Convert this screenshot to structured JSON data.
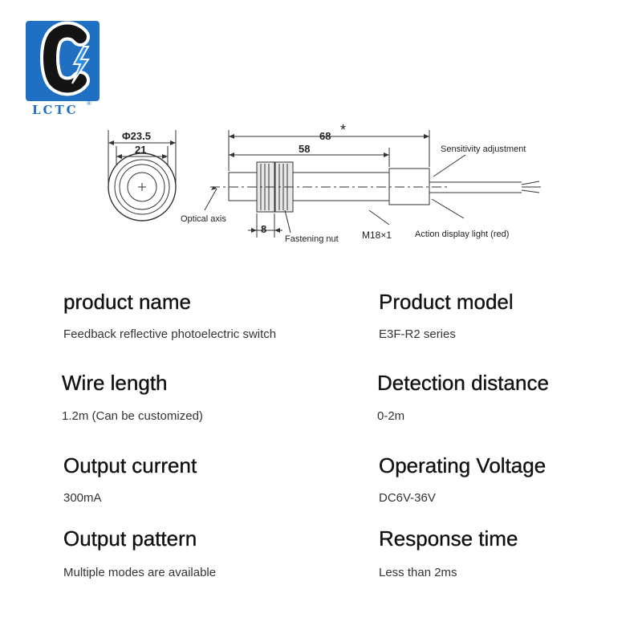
{
  "brand": {
    "name": "LCTC",
    "reg_mark": "®"
  },
  "drawing": {
    "dia_outer": "Φ23.5",
    "dia_inner": "21",
    "len_total": "68",
    "len_total_mark": "*",
    "len_body": "58",
    "len_nut": "8",
    "label_sensitivity": "Sensitivity adjustment",
    "label_optical": "Optical axis",
    "label_nut": "Fastening nut",
    "label_thread": "M18×1",
    "label_light": "Action display light (red)"
  },
  "specs": [
    {
      "title": "product name",
      "value": "Feedback reflective photoelectric switch"
    },
    {
      "title": "Product model",
      "value": "E3F-R2 series"
    },
    {
      "title": "Wire length",
      "value": "1.2m (Can be customized)"
    },
    {
      "title": "Detection distance",
      "value": "0-2m"
    },
    {
      "title": "Output current",
      "value": "300mA"
    },
    {
      "title": "Operating Voltage",
      "value": "DC6V-36V"
    },
    {
      "title": "Output pattern",
      "value": "Multiple modes are available"
    },
    {
      "title": "Response time",
      "value": "Less than 2ms"
    }
  ]
}
